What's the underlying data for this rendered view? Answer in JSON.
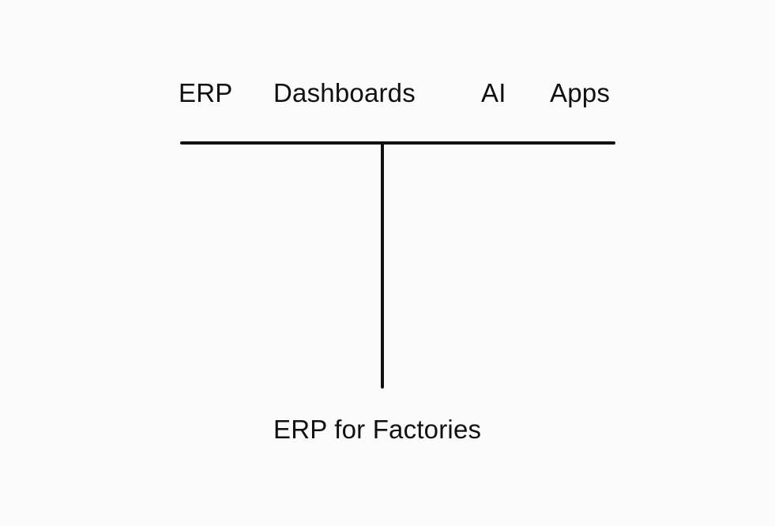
{
  "top_labels": [
    "ERP",
    "Dashboards",
    "AI",
    "Apps"
  ],
  "bottom_label": "ERP for Factories",
  "colors": {
    "background": "#fbfbfb",
    "line": "#111111",
    "text": "#111111"
  }
}
